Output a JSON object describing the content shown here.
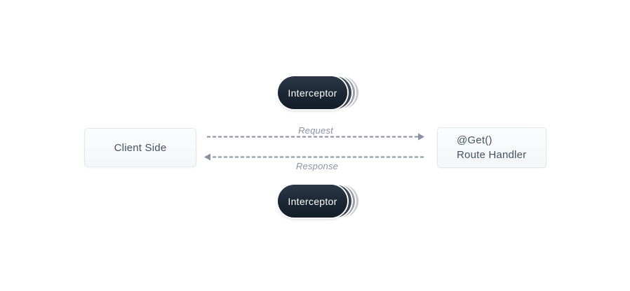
{
  "diagram": {
    "title": "interceptor-request-response-flow",
    "client_box": {
      "label": "Client Side"
    },
    "route_handler_box": {
      "line1": "@Get()",
      "line2": "Route Handler"
    },
    "interceptor_top": {
      "label": "Interceptor"
    },
    "interceptor_bottom": {
      "label": "Interceptor"
    },
    "request_arrow": {
      "label": "Request",
      "direction": "right"
    },
    "response_arrow": {
      "label": "Response",
      "direction": "left"
    },
    "colors": {
      "background": "#ffffff",
      "pill_dark": "#1b2633",
      "pill_layer_dark": "#3a4550",
      "pill_layer_medium": "#99a1ab",
      "pill_layer_light": "#c6cbd1",
      "box_background": "#f6f8fa",
      "box_border": "#e2e7eb",
      "box_text": "#46525f",
      "arrow": "#8892a0",
      "label_text": "#8a93a3"
    }
  }
}
